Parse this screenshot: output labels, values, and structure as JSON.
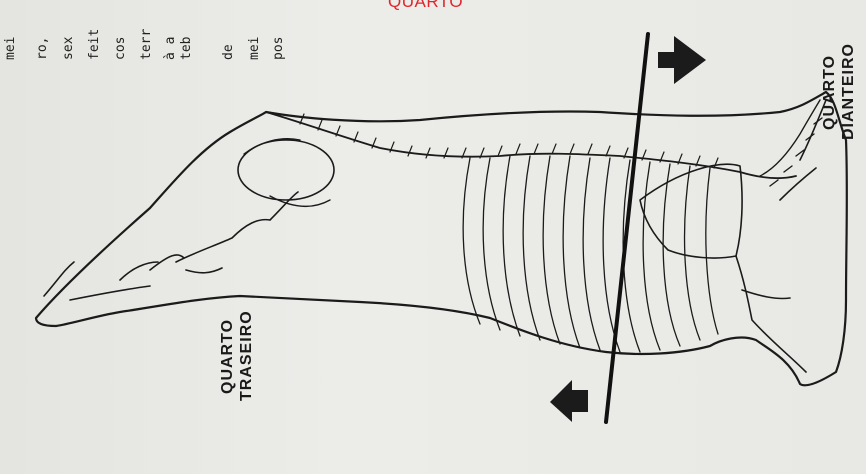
{
  "header": {
    "title_fragment": "QUARTO"
  },
  "text_column": {
    "lines": [
      "mei",
      "ro,",
      "sex",
      "feit",
      "cos",
      "terr",
      "à a",
      "teb",
      "de",
      "mei",
      "pos"
    ]
  },
  "labels": {
    "rear_quarter": [
      "QUARTO",
      "TRASEIRO"
    ],
    "front_quarter": [
      "QUARTO",
      "DIANTEIRO"
    ]
  },
  "colors": {
    "title": "#e0262c",
    "ink": "#1a1a1a",
    "paper": "#e9e9e6"
  }
}
